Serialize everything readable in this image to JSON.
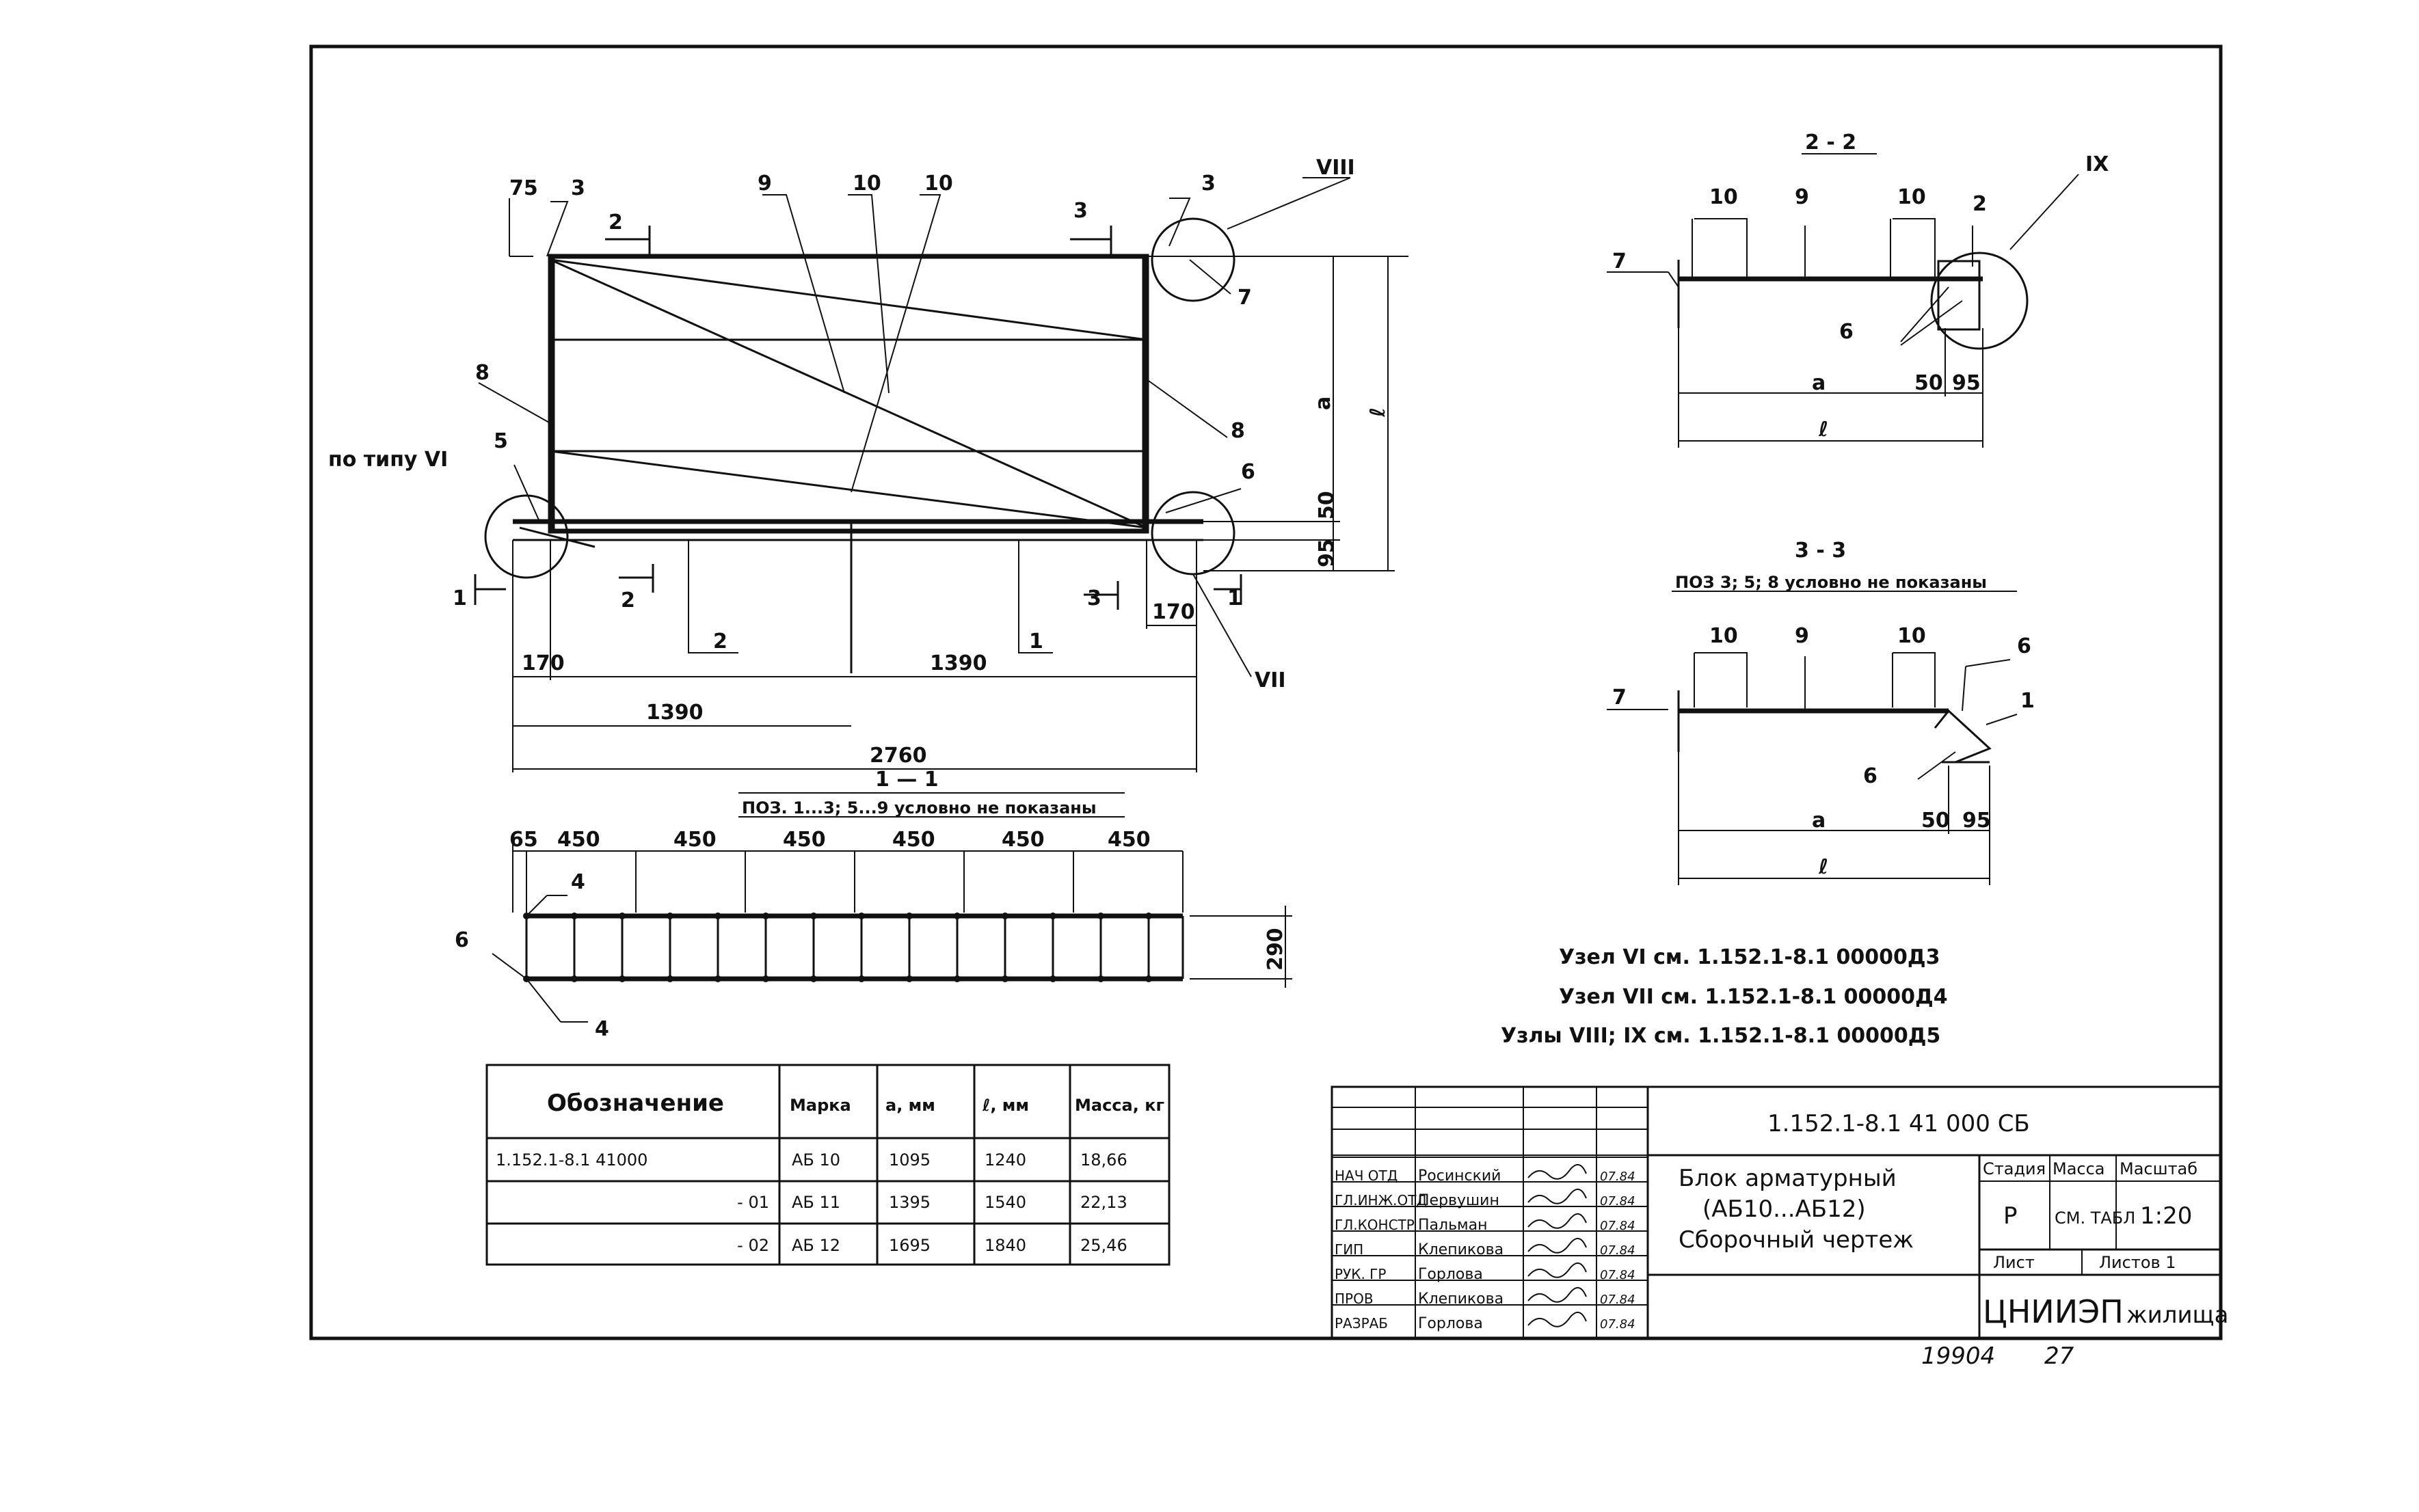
{
  "plan": {
    "dims": {
      "d75": "75",
      "d170a": "170",
      "d170b": "170",
      "d1390a": "1390",
      "d1390b": "1390",
      "d2760": "2760",
      "d50": "50",
      "d95": "95",
      "da": "a",
      "dl": "ℓ"
    },
    "callouts": {
      "c3a": "3",
      "c9": "9",
      "c10a": "10",
      "c10b": "10",
      "c3b": "3",
      "c7": "7",
      "c8a": "8",
      "c8b": "8",
      "c5": "5",
      "c6": "6",
      "c2": "2",
      "c1": "1",
      "node_vi": "по типу VI",
      "node_vii": "VII",
      "node_viii": "VIII"
    },
    "sections": {
      "s2top": "2",
      "s3top": "3",
      "s1left": "1",
      "s1right": "1",
      "s2bot": "2",
      "s3bot": "3"
    }
  },
  "sec22": {
    "title": "2 - 2",
    "c10a": "10",
    "c9": "9",
    "c10b": "10",
    "c2": "2",
    "c7": "7",
    "c6": "6",
    "node": "IX",
    "da": "a",
    "d50": "50",
    "d95": "95",
    "dl": "ℓ"
  },
  "sec33": {
    "title": "3 - 3",
    "note": "ПОЗ 3; 5; 8 условно не показаны",
    "c10a": "10",
    "c9": "9",
    "c10b": "10",
    "c6a": "6",
    "c7": "7",
    "c1": "1",
    "c6b": "6",
    "da": "a",
    "d50": "50",
    "d95": "95",
    "dl": "ℓ"
  },
  "sec11": {
    "title": "1 — 1",
    "note": "ПОЗ. 1...3; 5...9 условно не показаны",
    "d65": "65",
    "spans": [
      "450",
      "450",
      "450",
      "450",
      "450",
      "450"
    ],
    "d290": "290",
    "c4a": "4",
    "c6": "6",
    "c4b": "4"
  },
  "nodes": [
    "Узел VI см. 1.152.1-8.1 00000Д3",
    "Узел VII см. 1.152.1-8.1 00000Д4",
    "Узлы VIII; IX см. 1.152.1-8.1 00000Д5"
  ],
  "spec": {
    "headers": [
      "Обозначение",
      "Марка",
      "a, мм",
      "ℓ, мм",
      "Масса, кг"
    ],
    "rows": [
      [
        "1.152.1-8.1 41000",
        "АБ 10",
        "1095",
        "1240",
        "18,66"
      ],
      [
        "- 01",
        "АБ 11",
        "1395",
        "1540",
        "22,13"
      ],
      [
        "- 02",
        "АБ 12",
        "1695",
        "1840",
        "25,46"
      ]
    ]
  },
  "stamp": {
    "code": "1.152.1-8.1 41 000 СБ",
    "title_lines": [
      "Блок арматурный",
      "(АБ10...АБ12)",
      "Сборочный чертеж"
    ],
    "stage_label": "Стадия",
    "mass_label": "Масса",
    "scale_label": "Масштаб",
    "stage": "Р",
    "mass": "СМ. ТАБЛ",
    "scale": "1:20",
    "sheet_label": "Лист",
    "sheets_label": "Листов 1",
    "org_big": "ЦНИИЭП",
    "org_small": "жилища",
    "people": [
      {
        "role": "НАЧ ОТД",
        "name": "Росинский",
        "date": "07.84"
      },
      {
        "role": "ГЛ.ИНЖ.ОТД",
        "name": "Первушин",
        "date": "07.84"
      },
      {
        "role": "ГЛ.КОНСТР",
        "name": "Пальман",
        "date": "07.84"
      },
      {
        "role": "ГИП",
        "name": "Клепикова",
        "date": "07.84"
      },
      {
        "role": "РУК. ГР",
        "name": "Горлова",
        "date": "07.84"
      },
      {
        "role": "ПРОВ",
        "name": "Клепикова",
        "date": "07.84"
      },
      {
        "role": "РАЗРАБ",
        "name": "Горлова",
        "date": "07.84"
      }
    ]
  },
  "footer": {
    "left": "19904",
    "right": "27"
  }
}
